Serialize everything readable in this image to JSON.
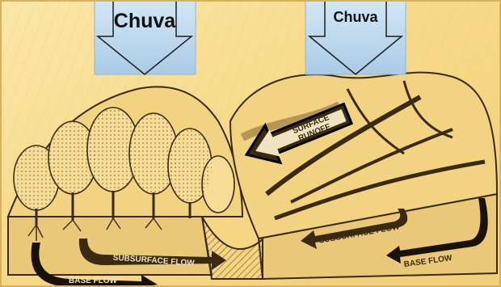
{
  "rain_labels": {
    "left": "Chuva",
    "right": "Chuva"
  },
  "flow_labels": {
    "surface_runoff_line1": "SURFACE",
    "surface_runoff_line2": "RUNOFF",
    "subsurface_left": "SUBSURFACE FLOW",
    "base_left": "BASE FLOW",
    "subsurface_right": "SUBSURFACE FLOW",
    "base_right": "BASE FLOW"
  },
  "colors": {
    "paper": "#f6d987",
    "paper_light": "#f9e6a6",
    "ink": "#3b2a12",
    "ink_mid": "#7a5a2a",
    "ground": "#c9a35a",
    "rain_box": "#b9d6ec",
    "rain_box_edge": "#8fb6d4",
    "arrow_label": "#f0e3c0"
  }
}
